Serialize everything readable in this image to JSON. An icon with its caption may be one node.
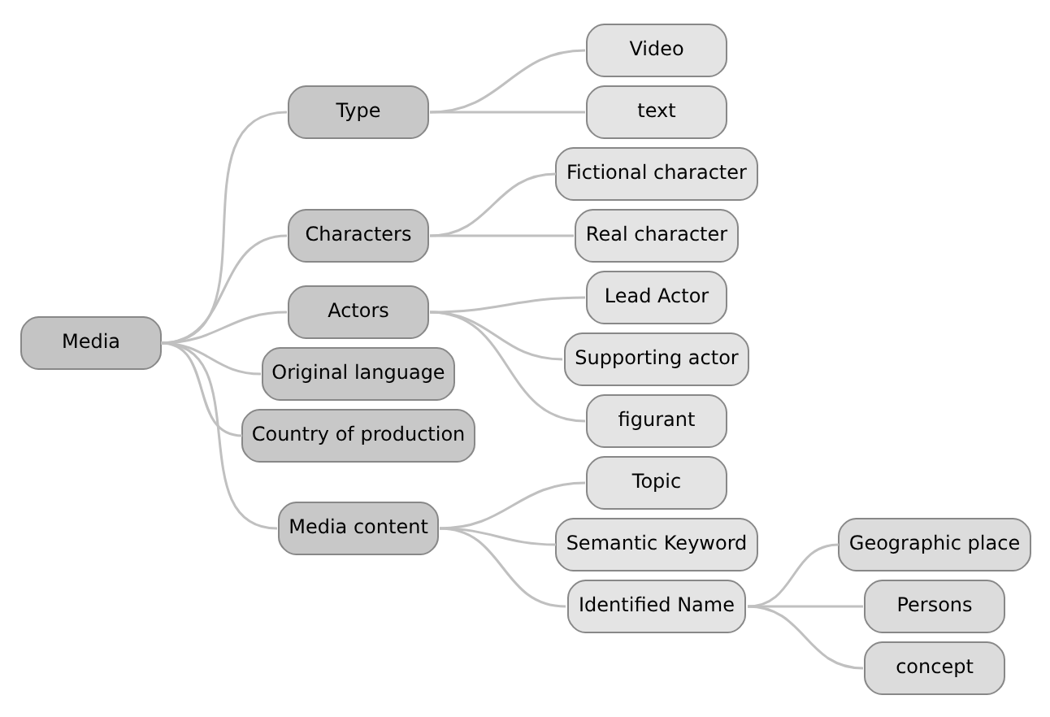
{
  "diagram": {
    "nodes": [
      {
        "text": [
          "Media"
        ]
      },
      {
        "text": [
          "Type"
        ]
      },
      {
        "text": [
          "Video"
        ]
      },
      {
        "text": [
          "text"
        ]
      },
      {
        "text": [
          "Characters"
        ]
      },
      {
        "text": [
          "Fictional character"
        ]
      },
      {
        "text": [
          "Real character"
        ]
      },
      {
        "text": [
          "Actors"
        ]
      },
      {
        "text": [
          "Lead Actor"
        ]
      },
      {
        "text": [
          "Supporting actor"
        ]
      },
      {
        "text": [
          "figurant"
        ]
      },
      {
        "text": [
          "Original language"
        ]
      },
      {
        "text": [
          "Country of production"
        ]
      },
      {
        "text": [
          "Media content"
        ]
      },
      {
        "text": [
          "Topic"
        ]
      },
      {
        "text": [
          "Semantic Keyword"
        ]
      },
      {
        "text": [
          "Identified Name"
        ]
      },
      {
        "text": [
          "Geographic place"
        ]
      },
      {
        "text": [
          "Persons"
        ]
      },
      {
        "text": [
          "concept"
        ]
      }
    ],
    "edges": [
      {
        "from": 0,
        "to": 1,
        "arrow": "none"
      },
      {
        "from": 0,
        "to": 4,
        "arrow": "none"
      },
      {
        "from": 0,
        "to": 7,
        "arrow": "none"
      },
      {
        "from": 0,
        "to": 11,
        "arrow": "none"
      },
      {
        "from": 0,
        "to": 12,
        "arrow": "none"
      },
      {
        "from": 0,
        "to": 13,
        "arrow": "none"
      },
      {
        "from": 1,
        "to": 2,
        "arrow": "none"
      },
      {
        "from": 1,
        "to": 3,
        "arrow": "none"
      },
      {
        "from": 4,
        "to": 5,
        "arrow": "none"
      },
      {
        "from": 4,
        "to": 6,
        "arrow": "none"
      },
      {
        "from": 7,
        "to": 8,
        "arrow": "none"
      },
      {
        "from": 7,
        "to": 9,
        "arrow": "none"
      },
      {
        "from": 7,
        "to": 10,
        "arrow": "none"
      },
      {
        "from": 13,
        "to": 14,
        "arrow": "none"
      },
      {
        "from": 13,
        "to": 15,
        "arrow": "none"
      },
      {
        "from": 13,
        "to": 16,
        "arrow": "none"
      },
      {
        "from": 16,
        "to": 17,
        "arrow": "none"
      },
      {
        "from": 16,
        "to": 18,
        "arrow": "none"
      },
      {
        "from": 16,
        "to": 19,
        "arrow": "none"
      }
    ]
  }
}
